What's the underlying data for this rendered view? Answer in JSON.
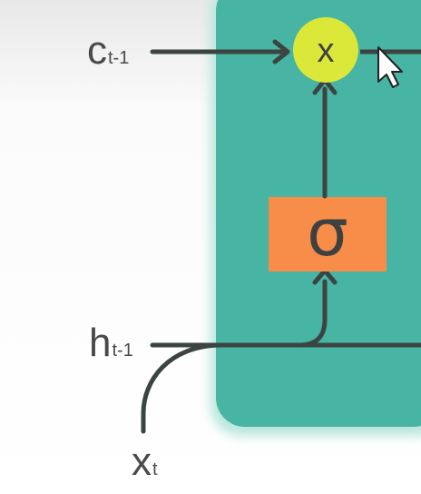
{
  "colors": {
    "background_top": "#efefef",
    "cell_fill": "#47b4a4",
    "cell_glow": "#b8e6dc",
    "line": "#3c4442",
    "gate_fill": "#f78d49",
    "multiply_fill": "#dbe83a",
    "label_text": "#4a4a4a"
  },
  "labels": {
    "c_prev": {
      "main": "c",
      "sub": "t-1"
    },
    "h_prev": {
      "main": "h",
      "sub": "t-1"
    },
    "x_in": {
      "main": "x",
      "sub": "t"
    }
  },
  "nodes": {
    "multiply_symbol": "x",
    "sigma_symbol": "σ"
  },
  "icons": {
    "cursor": "mouse-pointer-icon"
  }
}
